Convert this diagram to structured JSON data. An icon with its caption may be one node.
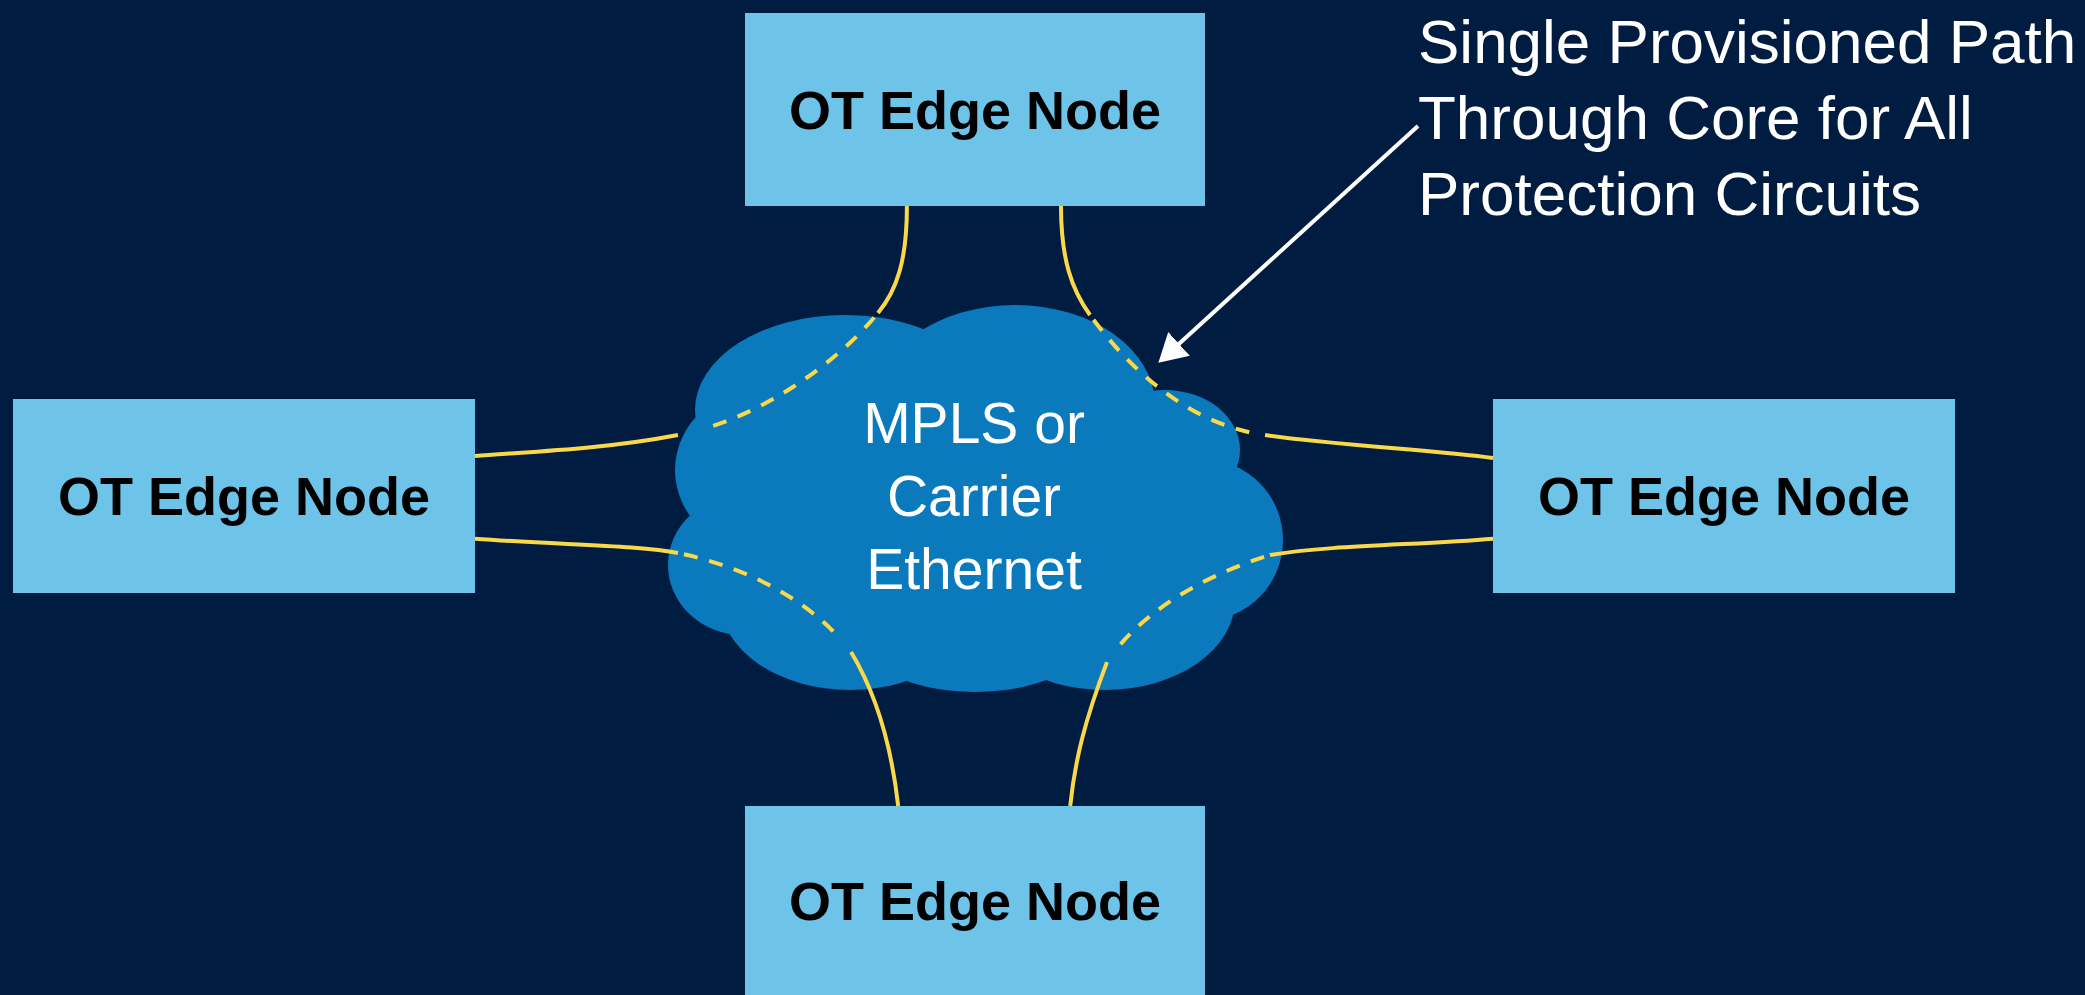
{
  "diagram": {
    "nodes": [
      {
        "text": [
          "OT Edge Node"
        ]
      },
      {
        "text": [
          "OT Edge Node"
        ]
      },
      {
        "text": [
          "OT Edge Node"
        ]
      },
      {
        "text": [
          "OT Edge Node"
        ]
      },
      {
        "text": [
          "MPLS or Carrier Ethernet"
        ]
      },
      {
        "text": [
          "Single Provisioned Path Through Core for All Protection Circuits"
        ]
      }
    ],
    "edges": [
      {
        "from": 0,
        "to": 1,
        "arrow": "none",
        "style": "dashed"
      },
      {
        "from": 0,
        "to": 2,
        "arrow": "none",
        "style": "dashed"
      },
      {
        "from": 1,
        "to": 3,
        "arrow": "none",
        "style": "dashed"
      },
      {
        "from": 2,
        "to": 3,
        "arrow": "none",
        "style": "dashed"
      },
      {
        "from": 5,
        "to": 4,
        "arrow": "to",
        "color": "#ffffff"
      }
    ]
  }
}
